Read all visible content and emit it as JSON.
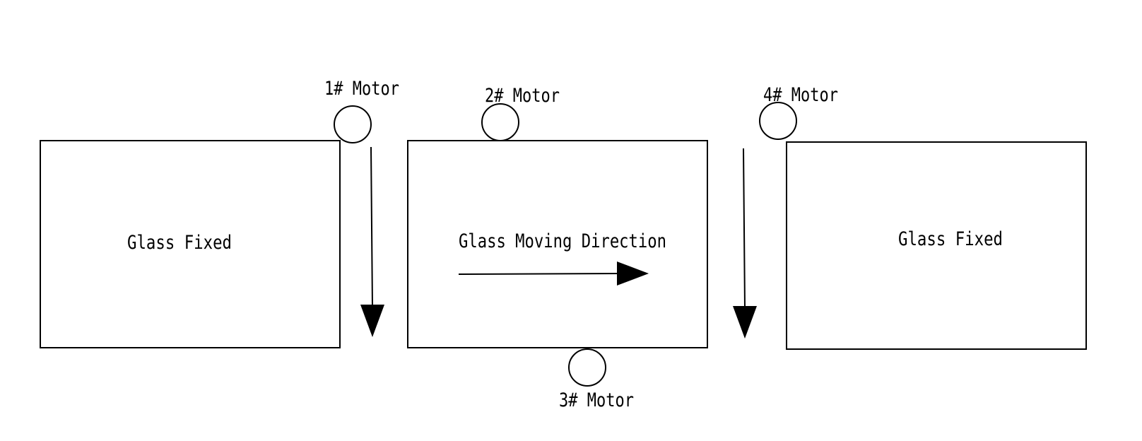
{
  "panels": {
    "left": {
      "label": "Glass Fixed"
    },
    "middle": {
      "label": "Glass Moving Direction"
    },
    "right": {
      "label": "Glass Fixed"
    }
  },
  "motors": {
    "m1": {
      "label": "1# Motor"
    },
    "m2": {
      "label": "2# Motor"
    },
    "m3": {
      "label": "3# Motor"
    },
    "m4": {
      "label": "4# Motor"
    }
  },
  "colors": {
    "stroke": "#000000",
    "background": "#ffffff"
  }
}
